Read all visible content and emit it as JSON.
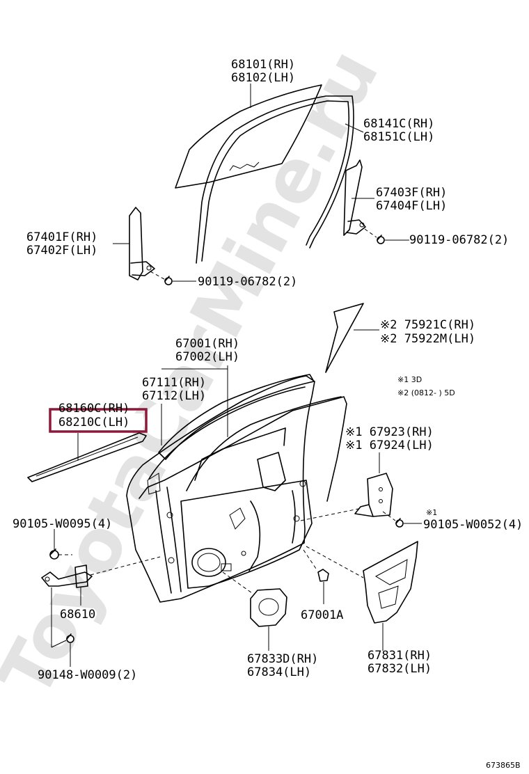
{
  "watermark": "ToyotaCarMine.ru",
  "diagram_code": "673865B",
  "highlight_color": "#8b1a3a",
  "notes": {
    "note1": "※1 3D",
    "note2": "※2 (0812-      ) 5D"
  },
  "callouts": {
    "c68101": [
      "68101(RH)",
      "68102(LH)"
    ],
    "c68141": [
      "68141C(RH)",
      "68151C(LH)"
    ],
    "c67403": [
      "67403F(RH)",
      "67404F(LH)"
    ],
    "c90119a": [
      "90119-06782(2)"
    ],
    "c67401": [
      "67401F(RH)",
      "67402F(LH)"
    ],
    "c90119b": [
      "90119-06782(2)"
    ],
    "c75921": [
      "※2 75921C(RH)",
      "※2 75922M(LH)"
    ],
    "c67001": [
      "67001(RH)",
      "67002(LH)"
    ],
    "c67111": [
      "67111(RH)",
      "67112(LH)"
    ],
    "c68160": [
      "68160C(RH)",
      "68210C(LH)"
    ],
    "c67923": [
      "※1 67923(RH)",
      "※1 67924(LH)"
    ],
    "c90105b": [
      "※1",
      "90105-W0052(4)"
    ],
    "c90105a": [
      "90105-W0095(4)"
    ],
    "c68610": [
      "68610"
    ],
    "c67001A": [
      "67001A"
    ],
    "c67833": [
      "67833D(RH)",
      "67834(LH)"
    ],
    "c67831": [
      "67831(RH)",
      "67832(LH)"
    ],
    "c90148": [
      "90148-W0009(2)"
    ]
  }
}
